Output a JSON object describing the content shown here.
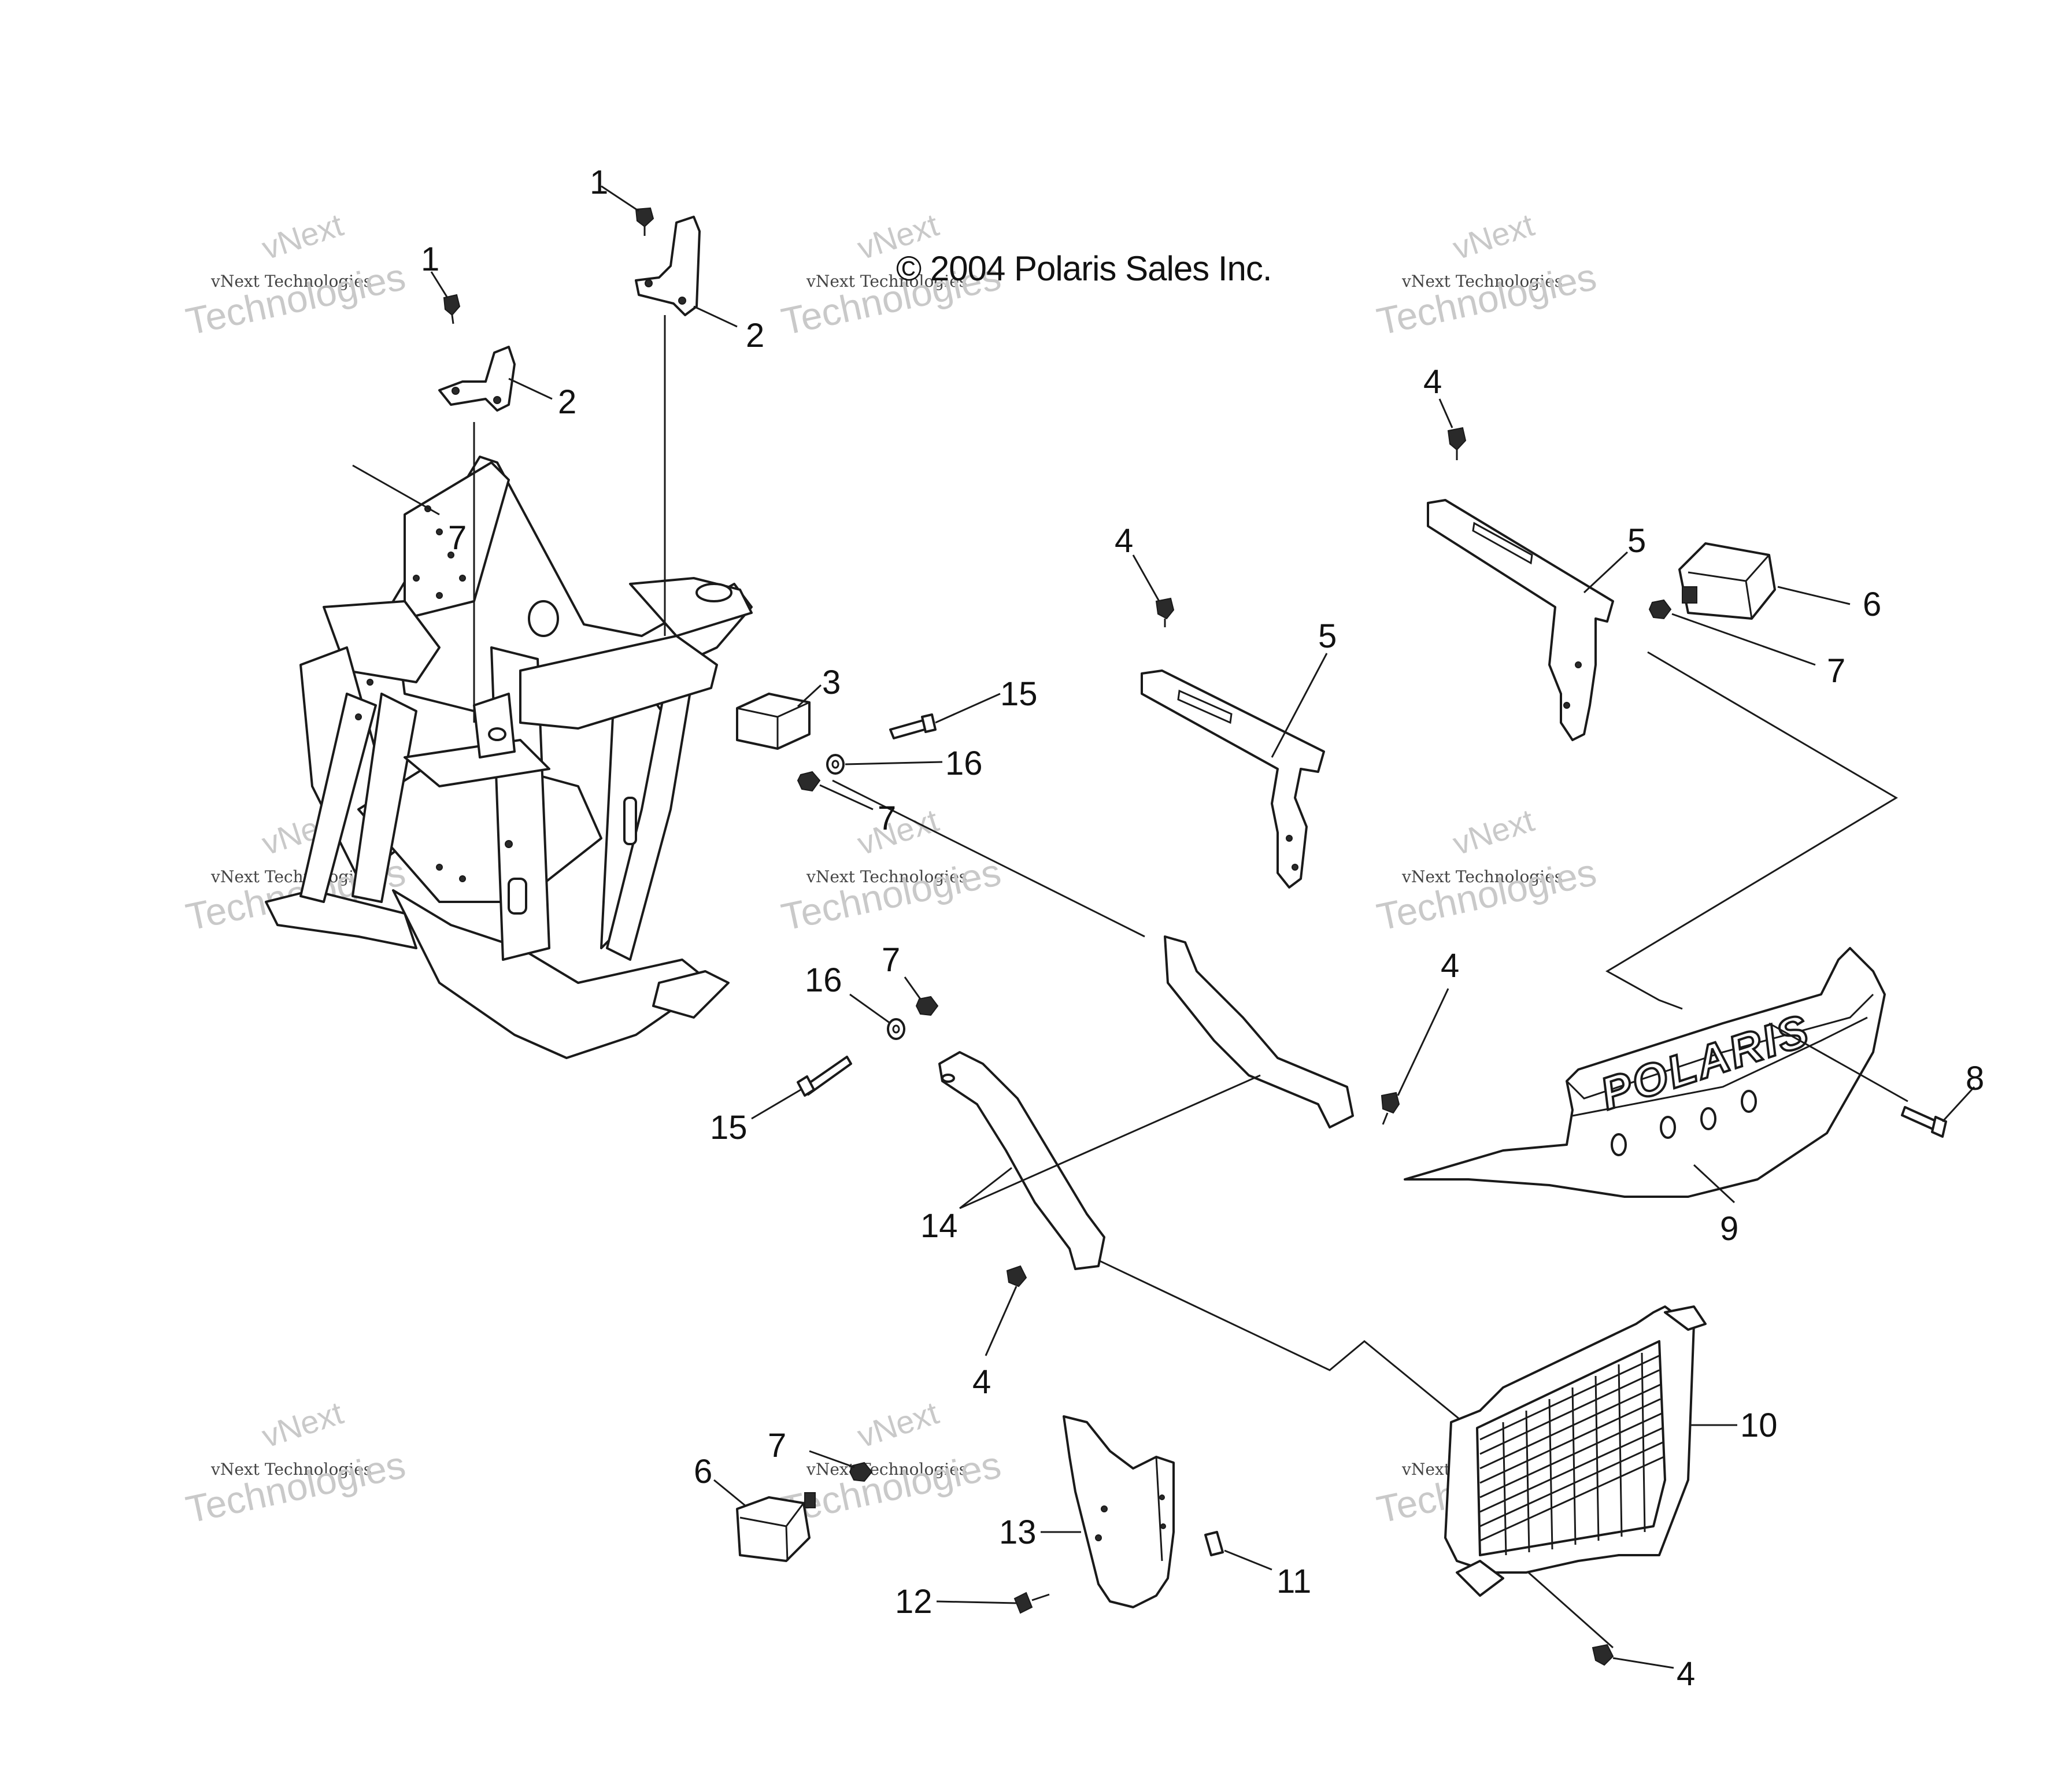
{
  "copyright": "© 2004 Polaris Sales Inc.",
  "watermark": {
    "line1": "vNext",
    "line2": "vNext Technologies",
    "line3": "Technologies"
  },
  "logo_text": "POLARIS",
  "callouts": [
    "1",
    "1",
    "2",
    "2",
    "3",
    "4",
    "4",
    "4",
    "4",
    "4",
    "5",
    "5",
    "6",
    "6",
    "7",
    "7",
    "7",
    "7",
    "7",
    "8",
    "9",
    "10",
    "11",
    "12",
    "13",
    "14",
    "15",
    "15",
    "16",
    "16"
  ]
}
